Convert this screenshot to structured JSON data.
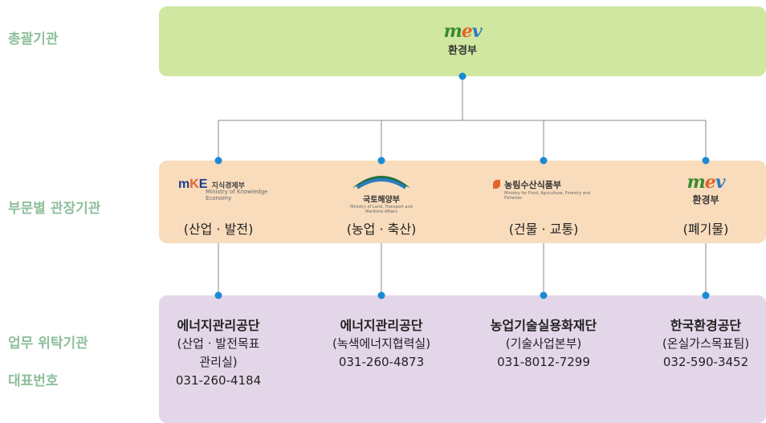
{
  "labels": {
    "top": "총괄기관",
    "middle": "부문별 관장기관",
    "bottom_line1": "업무 위탁기관",
    "bottom_line2": "대표번호"
  },
  "top": {
    "logo_text": "mev",
    "name": "환경부"
  },
  "ministries": [
    {
      "logo": "MKE",
      "name": "지식경제부",
      "sub": "Ministry of Knowledge Economy",
      "sector": "(산업 · 발전)"
    },
    {
      "logo": "arc",
      "name": "국토해양부",
      "sub": "Ministry of Land, Transport and Maritime Affairs",
      "sector": "(농업 · 축산)"
    },
    {
      "logo": "leaf",
      "name": "농림수산식품부",
      "sub": "Ministry for Food, Agriculture, Forestry and Fisheries",
      "sector": "(건물 · 교통)"
    },
    {
      "logo": "mev",
      "name": "환경부",
      "sub": "",
      "sector": "(폐기물)"
    }
  ],
  "agencies": [
    {
      "name": "에너지관리공단",
      "division_line1": "(산업 · 발전목표",
      "division_line2": "관리실)",
      "phone": "031-260-4184"
    },
    {
      "name": "에너지관리공단",
      "division_line1": "(녹색에너지협력실)",
      "division_line2": "",
      "phone": "031-260-4873"
    },
    {
      "name": "농업기술실용화재단",
      "division_line1": "(기술사업본부)",
      "division_line2": "",
      "phone": "031-8012-7299"
    },
    {
      "name": "한국환경공단",
      "division_line1": "(온실가스목표팀)",
      "division_line2": "",
      "phone": "032-590-3452"
    }
  ],
  "colors": {
    "top_box": "#cfe7a0",
    "middle_box": "#f8dcbc",
    "bottom_box": "#e4d6e9",
    "label": "#8fbf9c",
    "connector": "#1a8ad4"
  }
}
